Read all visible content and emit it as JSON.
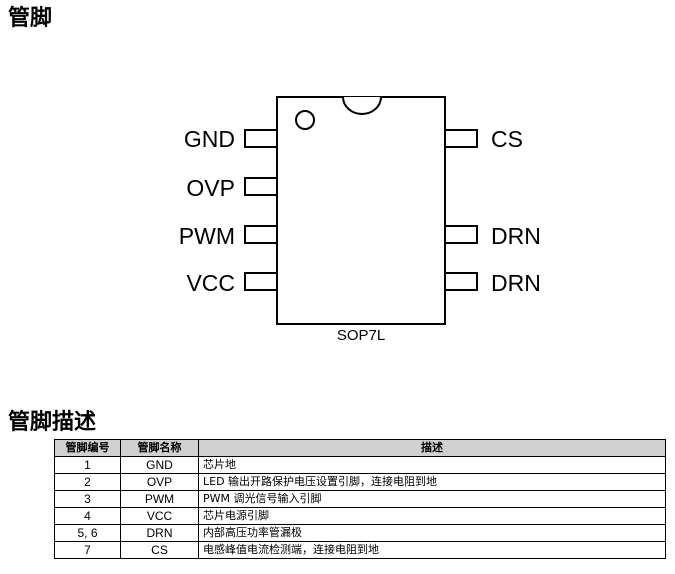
{
  "headings": {
    "pinout": "管脚",
    "description": "管脚描述"
  },
  "package": {
    "name": "SOP7L",
    "left_pins": [
      "GND",
      "OVP",
      "PWM",
      "VCC"
    ],
    "right_pins": [
      "CS",
      "DRN",
      "DRN"
    ]
  },
  "table": {
    "headers": [
      "管脚编号",
      "管脚名称",
      "描述"
    ],
    "rows": [
      {
        "num": "1",
        "name": "GND",
        "desc": "芯片地"
      },
      {
        "num": "2",
        "name": "OVP",
        "desc": "LED 输出开路保护电压设置引脚，连接电阻到地"
      },
      {
        "num": "3",
        "name": "PWM",
        "desc": "PWM 调光信号输入引脚"
      },
      {
        "num": "4",
        "name": "VCC",
        "desc": "芯片电源引脚"
      },
      {
        "num": "5, 6",
        "name": "DRN",
        "desc": "内部高压功率管漏极"
      },
      {
        "num": "7",
        "name": "CS",
        "desc": "电感峰值电流检测端，连接电阻到地"
      }
    ]
  }
}
